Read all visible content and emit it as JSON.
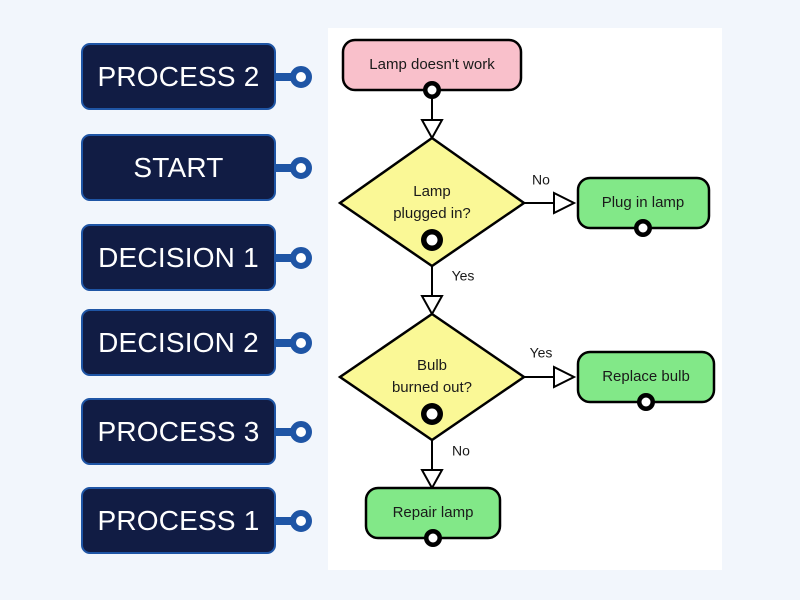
{
  "page": {
    "background_color": "#f2f6fc",
    "canvas_background": "#ffffff"
  },
  "label_column": {
    "pin_color": "#1f55a5",
    "box_fill": "#111c44",
    "items": [
      {
        "label": "PROCESS 2",
        "pin_icon": "connector-dot-icon"
      },
      {
        "label": "START",
        "pin_icon": "connector-dot-icon"
      },
      {
        "label": "DECISION 1",
        "pin_icon": "connector-dot-icon"
      },
      {
        "label": "DECISION 2",
        "pin_icon": "connector-dot-icon"
      },
      {
        "label": "PROCESS 3",
        "pin_icon": "connector-dot-icon"
      },
      {
        "label": "PROCESS 1",
        "pin_icon": "connector-dot-icon"
      }
    ]
  },
  "flowchart": {
    "colors": {
      "start_fill": "#f9c0cb",
      "decision_fill": "#faf896",
      "process_fill": "#82e888",
      "stroke": "#000000",
      "marker_ring": "#000000",
      "marker_center": "#ffffff"
    },
    "nodes": [
      {
        "id": "start",
        "shape": "rounded-rect",
        "text": "Lamp doesn't work",
        "lines": [
          "Lamp doesn't work"
        ]
      },
      {
        "id": "decision1",
        "shape": "diamond",
        "text": "Lamp plugged in?",
        "lines": [
          "Lamp",
          "plugged in?"
        ]
      },
      {
        "id": "plug",
        "shape": "rounded-rect",
        "text": "Plug in lamp",
        "lines": [
          "Plug in lamp"
        ]
      },
      {
        "id": "decision2",
        "shape": "diamond",
        "text": "Bulb burned out?",
        "lines": [
          "Bulb",
          "burned out?"
        ]
      },
      {
        "id": "replace",
        "shape": "rounded-rect",
        "text": "Replace bulb",
        "lines": [
          "Replace bulb"
        ]
      },
      {
        "id": "repair",
        "shape": "rounded-rect",
        "text": "Repair lamp",
        "lines": [
          "Repair lamp"
        ]
      }
    ],
    "edges": [
      {
        "from": "start",
        "to": "decision1",
        "label": ""
      },
      {
        "from": "decision1",
        "to": "plug",
        "label": "No"
      },
      {
        "from": "decision1",
        "to": "decision2",
        "label": "Yes"
      },
      {
        "from": "decision2",
        "to": "replace",
        "label": "Yes"
      },
      {
        "from": "decision2",
        "to": "repair",
        "label": "No"
      }
    ],
    "drop_markers": [
      "start",
      "decision1",
      "plug",
      "decision2",
      "replace",
      "repair"
    ]
  }
}
